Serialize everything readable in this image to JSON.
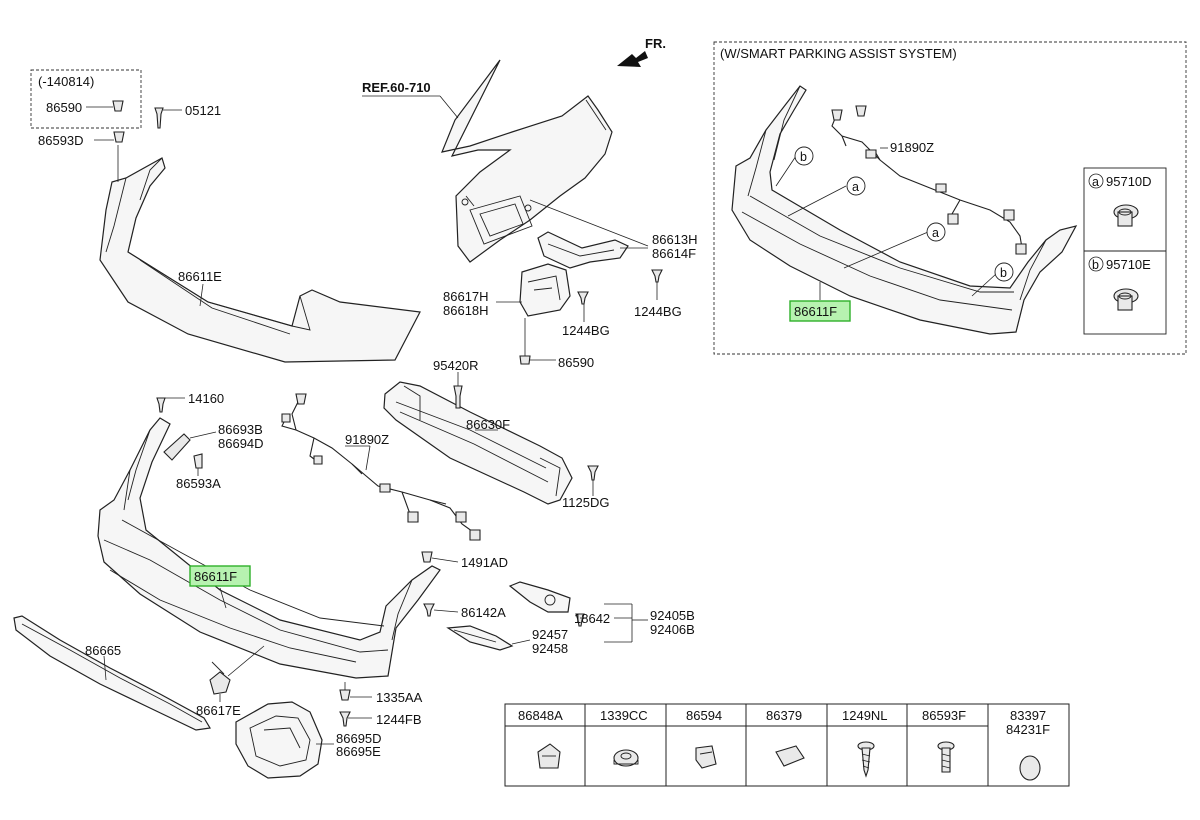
{
  "header": {
    "direction_label": "FR."
  },
  "references": {
    "ref_label": "REF.60-710"
  },
  "inset_upper_left": {
    "date_label": "(-140814)",
    "part": "86590"
  },
  "inset_spas": {
    "title": "(W/SMART PARKING ASSIST SYSTEM)"
  },
  "callouts": [
    {
      "id": "05121",
      "text": "05121"
    },
    {
      "id": "86593D",
      "text": "86593D"
    },
    {
      "id": "86611E",
      "text": "86611E"
    },
    {
      "id": "86613H",
      "text": "86613H"
    },
    {
      "id": "86614F",
      "text": "86614F"
    },
    {
      "id": "86617H",
      "text": "86617H"
    },
    {
      "id": "86618H",
      "text": "86618H"
    },
    {
      "id": "1244BG-a",
      "text": "1244BG"
    },
    {
      "id": "1244BG-b",
      "text": "1244BG"
    },
    {
      "id": "86590",
      "text": "86590"
    },
    {
      "id": "95420R",
      "text": "95420R"
    },
    {
      "id": "86630F",
      "text": "86630F"
    },
    {
      "id": "1125DG",
      "text": "1125DG"
    },
    {
      "id": "14160",
      "text": "14160"
    },
    {
      "id": "86693B",
      "text": "86693B"
    },
    {
      "id": "86694D",
      "text": "86694D"
    },
    {
      "id": "86593A",
      "text": "86593A"
    },
    {
      "id": "91890Z-main",
      "text": "91890Z"
    },
    {
      "id": "86611F-main",
      "text": "86611F"
    },
    {
      "id": "1491AD",
      "text": "1491AD"
    },
    {
      "id": "86142A",
      "text": "86142A"
    },
    {
      "id": "18642",
      "text": "18642"
    },
    {
      "id": "92405B",
      "text": "92405B"
    },
    {
      "id": "92406B",
      "text": "92406B"
    },
    {
      "id": "92457",
      "text": "92457"
    },
    {
      "id": "92458",
      "text": "92458"
    },
    {
      "id": "86665",
      "text": "86665"
    },
    {
      "id": "86617E",
      "text": "86617E"
    },
    {
      "id": "1335AA",
      "text": "1335AA"
    },
    {
      "id": "1244FB",
      "text": "1244FB"
    },
    {
      "id": "86695D",
      "text": "86695D"
    },
    {
      "id": "86695E",
      "text": "86695E"
    },
    {
      "id": "91890Z-spas",
      "text": "91890Z"
    },
    {
      "id": "86611F-spas",
      "text": "86611F"
    },
    {
      "id": "a-1",
      "text": "a"
    },
    {
      "id": "a-2",
      "text": "a"
    },
    {
      "id": "b-1",
      "text": "b"
    },
    {
      "id": "b-2",
      "text": "b"
    }
  ],
  "sensor_legend": [
    {
      "key": "a",
      "part": "95710D"
    },
    {
      "key": "b",
      "part": "95710E"
    }
  ],
  "fastener_table": [
    {
      "part": "86848A"
    },
    {
      "part": "1339CC"
    },
    {
      "part": "86594"
    },
    {
      "part": "86379"
    },
    {
      "part": "1249NL"
    },
    {
      "part": "86593F"
    },
    {
      "part": "83397",
      "part2": "84231F"
    }
  ],
  "highlight_color": "#b7f2b0"
}
